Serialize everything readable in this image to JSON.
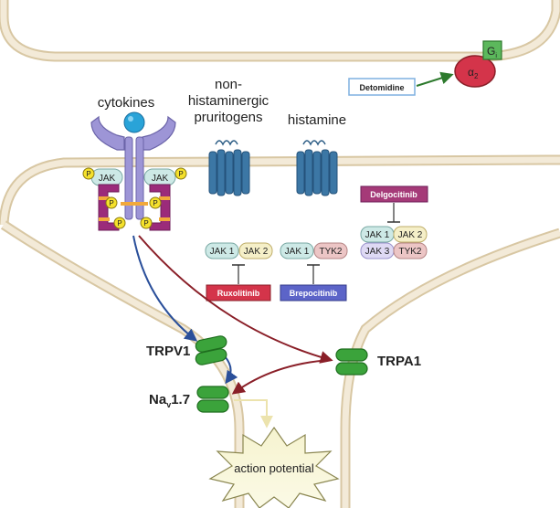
{
  "labels": {
    "cytokines": "cytokines",
    "non_hist_line1": "non-",
    "non_hist_line2": "histaminergic",
    "non_hist_line3": "pruritogens",
    "histamine": "histamine",
    "trpv1": "TRPV1",
    "trpa1": "TRPA1",
    "nav_main": "Na",
    "nav_sub": "v",
    "nav_suffix": "1.7",
    "action_potential": "action potential",
    "alpha2": "α",
    "alpha2_sub": "2",
    "gi": "G",
    "gi_sub": "i",
    "phospho": "P"
  },
  "receptor_jak_left": "JAK",
  "receptor_jak_right": "JAK",
  "drugs": {
    "detomidine": "Detomidine",
    "delgocitinib": "Delgocitinib",
    "ruxolitinib": "Ruxolitinib",
    "brepocitinib": "Brepocitinib"
  },
  "kinases": {
    "rux_a": "JAK 1",
    "rux_b": "JAK 2",
    "brep_a": "JAK 1",
    "brep_b": "TYK2",
    "delg_a": "JAK 1",
    "delg_b": "JAK 2",
    "delg_c": "JAK 3",
    "delg_d": "TYK2"
  },
  "colors": {
    "membrane": "#f3ead8",
    "membrane_edge": "#d8c7a3",
    "ruxolitinib": "#d4344a",
    "brepocitinib": "#5c64c8",
    "delgocitinib": "#a53a78",
    "detomidine_border": "#7fb0e0",
    "channel": "#3ba33b",
    "arrow_blue": "#2a4f9a",
    "arrow_red": "#8a1f28",
    "arrow_yellow": "#ece3ad"
  }
}
